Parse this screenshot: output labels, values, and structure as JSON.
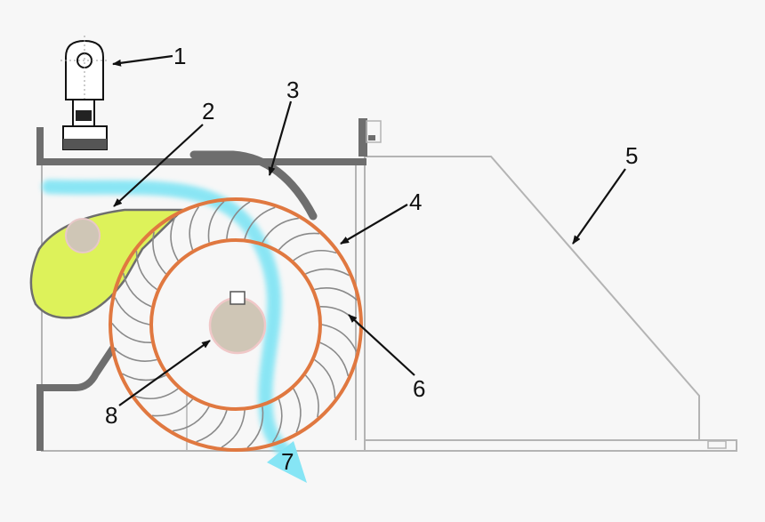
{
  "callouts": [
    {
      "id": "1",
      "text": "1"
    },
    {
      "id": "2",
      "text": "2"
    },
    {
      "id": "3",
      "text": "3"
    },
    {
      "id": "4",
      "text": "4"
    },
    {
      "id": "5",
      "text": "5"
    },
    {
      "id": "6",
      "text": "6"
    },
    {
      "id": "7",
      "text": "7"
    },
    {
      "id": "8",
      "text": "8"
    }
  ],
  "colors": {
    "background": "#f7f7f7",
    "housing": "#6e6e6e",
    "outline": "#b4b4b4",
    "rotor_ring": "#e07840",
    "blade": "#8a8a8a",
    "vortex_wedge": "#ddf25a",
    "shaft": "#cfc6b6",
    "airflow": "#7fe4f4",
    "arrow": "#111111"
  },
  "parts": {
    "mounting_bracket": "mount-icon",
    "vortex_wall": "vortex-wall",
    "rear_wall": "rear-guide-wall",
    "impeller": "tangential-impeller",
    "outlet_diffuser": "outlet-diffuser",
    "shaft": "shaft-icon"
  }
}
